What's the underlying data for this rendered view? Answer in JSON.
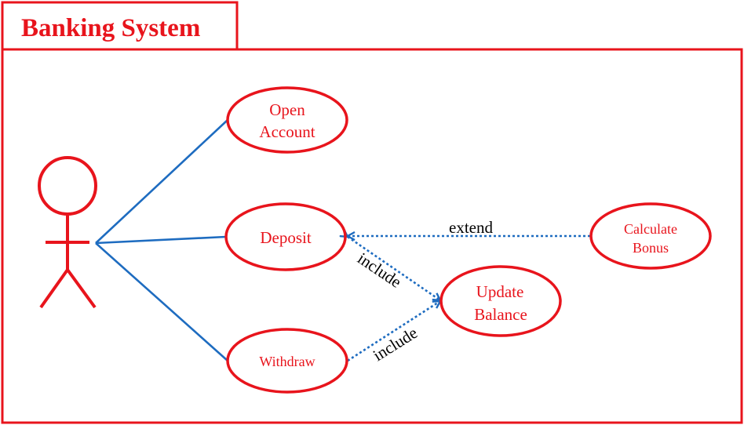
{
  "system": {
    "title": "Banking System"
  },
  "use_cases": {
    "open_account": {
      "line1": "Open",
      "line2": "Account"
    },
    "deposit": {
      "label": "Deposit"
    },
    "withdraw": {
      "label": "Withdraw"
    },
    "update_balance": {
      "line1": "Update",
      "line2": "Balance"
    },
    "calculate_bonus": {
      "line1": "Calculate",
      "line2": "Bonus"
    }
  },
  "relations": {
    "extend": "extend",
    "include_deposit": "include",
    "include_withdraw": "include"
  },
  "colors": {
    "accent": "#e8141c",
    "connector": "#1e6cc0",
    "text": "#000000"
  }
}
